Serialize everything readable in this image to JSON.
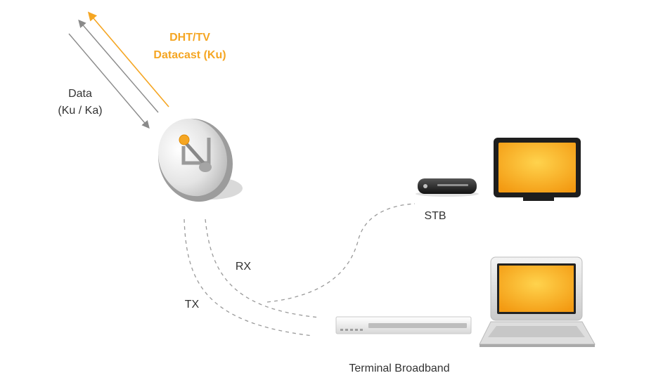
{
  "labels": {
    "dht_line1": "DHT/TV",
    "dht_line2": "Datacast (Ku)",
    "data_line1": "Data",
    "data_line2": "(Ku / Ka)",
    "stb": "STB",
    "rx": "RX",
    "tx": "TX",
    "terminal": "Terminal Broadband"
  },
  "colors": {
    "accent": "#f5a623",
    "arrow_gray": "#8a8a8a",
    "text_gray": "#333333",
    "screen_orange": "#f7a51c",
    "screen_yellow": "#ffd34d"
  },
  "icons": [
    "satellite-dish-icon",
    "set-top-box-icon",
    "television-icon",
    "broadband-terminal-icon",
    "laptop-icon"
  ]
}
